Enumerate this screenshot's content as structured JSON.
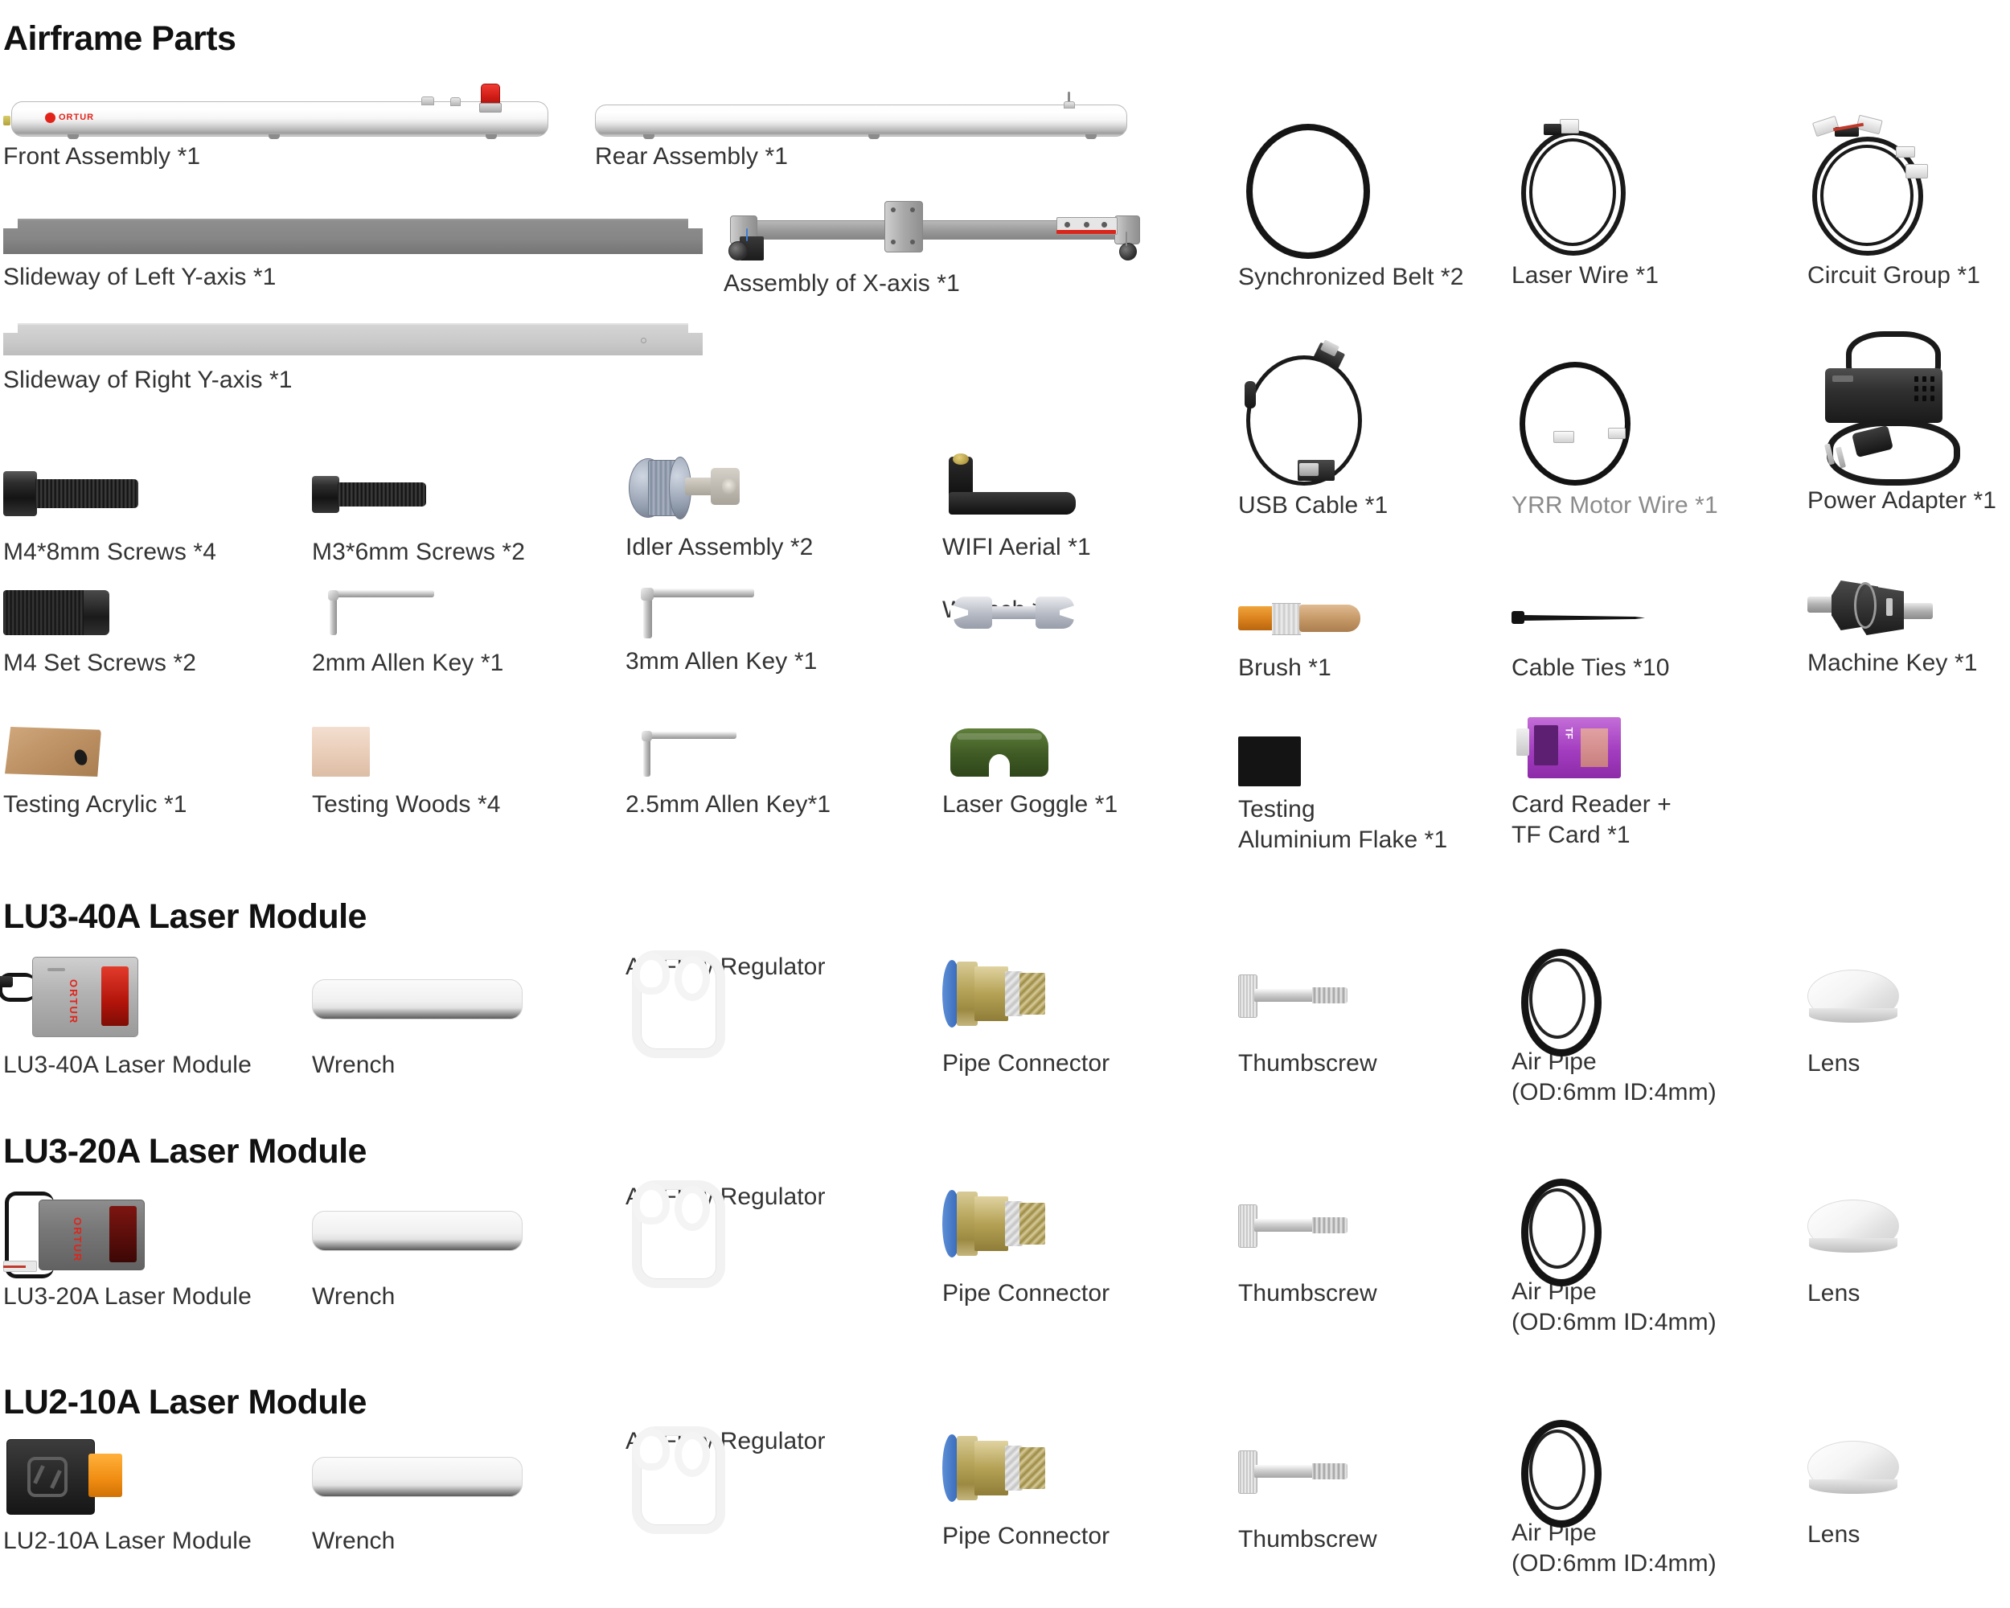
{
  "sections": {
    "airframe": {
      "title": "Airframe Parts"
    },
    "lu3_40a": {
      "title": "LU3-40A Laser Module"
    },
    "lu3_20a": {
      "title": "LU3-20A Laser Module"
    },
    "lu2_10a": {
      "title": "LU2-10A Laser Module"
    }
  },
  "airframe_parts": [
    {
      "label": "Front Assembly *1"
    },
    {
      "label": "Rear Assembly *1"
    },
    {
      "label": "Slideway of Left Y-axis *1"
    },
    {
      "label": "Assembly of X-axis *1"
    },
    {
      "label": "Slideway of Right Y-axis *1"
    },
    {
      "label": "Synchronized Belt *2"
    },
    {
      "label": "Laser Wire *1"
    },
    {
      "label": "Circuit Group *1"
    },
    {
      "label": "USB Cable *1"
    },
    {
      "label": "YRR Motor Wire *1"
    },
    {
      "label": "Power Adapter *1"
    },
    {
      "label": "M4*8mm Screws *4"
    },
    {
      "label": "M3*6mm Screws *2"
    },
    {
      "label": "Idler Assembly *2"
    },
    {
      "label": "WIFI Aerial *1"
    },
    {
      "label": "M4 Set Screws *2"
    },
    {
      "label": "2mm Allen Key *1"
    },
    {
      "label": "3mm Allen Key *1"
    },
    {
      "label": "Wrench *1"
    },
    {
      "label": "Brush *1"
    },
    {
      "label": "Cable Ties *10"
    },
    {
      "label": "Machine Key *1"
    },
    {
      "label": "Testing Acrylic *1"
    },
    {
      "label": "Testing Woods *4"
    },
    {
      "label": "2.5mm Allen Key*1"
    },
    {
      "label": "Laser Goggle *1"
    },
    {
      "label": "Testing\nAluminium Flake *1"
    },
    {
      "label": "Card Reader +\nTF Card *1"
    }
  ],
  "lu3_40a_parts": [
    {
      "label": "LU3-40A Laser Module"
    },
    {
      "label": "Wrench"
    },
    {
      "label": "Air Flow Regulator"
    },
    {
      "label": "Pipe Connector"
    },
    {
      "label": "Thumbscrew"
    },
    {
      "label": "Air Pipe\n(OD:6mm ID:4mm)"
    },
    {
      "label": "Lens"
    }
  ],
  "lu3_20a_parts": [
    {
      "label": "LU3-20A Laser Module"
    },
    {
      "label": "Wrench"
    },
    {
      "label": "Air Flow Regulator"
    },
    {
      "label": "Pipe Connector"
    },
    {
      "label": "Thumbscrew"
    },
    {
      "label": "Air Pipe\n(OD:6mm ID:4mm)"
    },
    {
      "label": "Lens"
    }
  ],
  "lu2_10a_parts": [
    {
      "label": "LU2-10A Laser Module"
    },
    {
      "label": "Wrench"
    },
    {
      "label": "Air Flow Regulator"
    },
    {
      "label": "Pipe Connector"
    },
    {
      "label": "Thumbscrew"
    },
    {
      "label": "Air Pipe\n(OD:6mm ID:4mm)"
    },
    {
      "label": "Lens"
    }
  ],
  "brand": {
    "logo_text": "ORTUR"
  },
  "colors": {
    "heading": "#111111",
    "label": "#333333",
    "brand_red": "#e2231a",
    "background": "#ffffff",
    "metal_grey": "#9e9e9e",
    "brass": "#b9a75e",
    "pipe_blue": "#2f62b5",
    "goggle_green": "#3f5a24",
    "card_reader_purple": "#a33dc0",
    "laser_orange": "#f08c12"
  }
}
